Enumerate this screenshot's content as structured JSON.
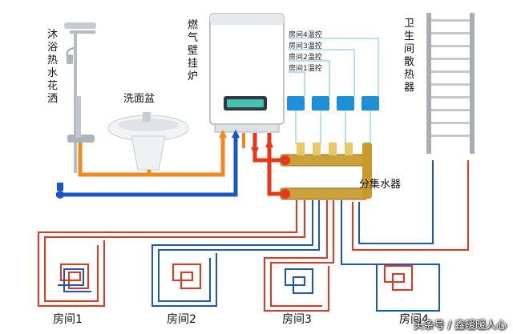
{
  "labels": {
    "shower": "沐浴热水花洒",
    "basin": "洗面盆",
    "boiler": "燃气壁挂炉",
    "radiator": "卫生间散热器",
    "manifold": "分集水器",
    "thermostats": [
      "房间4温控",
      "房间3温控",
      "房间2温控",
      "房间1温控"
    ],
    "rooms": [
      "房间1",
      "房间2",
      "房间3",
      "房间4"
    ]
  },
  "watermark": "头条号 / 鑫暖暖人心",
  "colors": {
    "hot_pipe": "#e8361a",
    "cold_pipe": "#1a56c8",
    "dhw_pipe": "#f08a1e",
    "thermostat": "#1e90d8",
    "signal_line": "#6fc3df"
  }
}
